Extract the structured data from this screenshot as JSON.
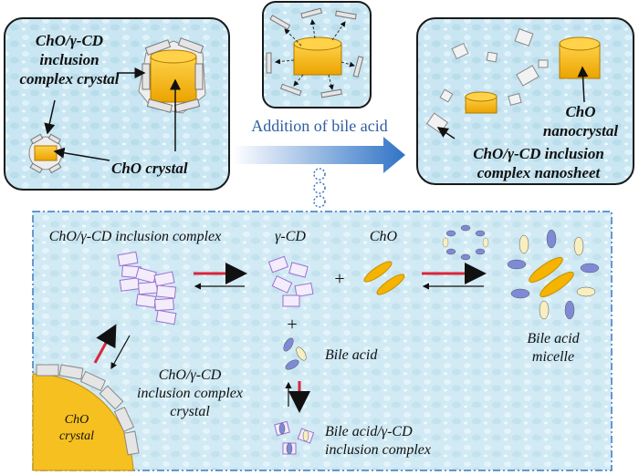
{
  "labels": {
    "panel1_complex_crystal": [
      "ChO/γ-CD",
      "inclusion",
      "complex crystal"
    ],
    "panel1_cho_crystal": "ChO crystal",
    "arrow_text": "Addition of bile acid",
    "panel3_cho_nano": [
      "ChO",
      "nanocrystal"
    ],
    "panel3_nanosheet": [
      "ChO/γ-CD inclusion",
      "complex nanosheet"
    ],
    "detail_complex": "ChO/γ-CD inclusion complex",
    "detail_gcd": "γ-CD",
    "detail_cho": "ChO",
    "detail_plus1": "+",
    "detail_plus2": "+",
    "detail_bile_acid": "Bile acid",
    "detail_micelle": [
      "Bile acid",
      "micelle"
    ],
    "detail_complex_crystal": [
      "ChO/γ-CD",
      "inclusion complex",
      "crystal"
    ],
    "detail_cho_crystal": [
      "ChO",
      "crystal"
    ],
    "detail_bile_gcd": [
      "Bile acid/γ-CD",
      "inclusion complex"
    ]
  },
  "colors": {
    "water_bg": "#cfe8f3",
    "panel_border": "#1a1a1a",
    "cho_gold": "#f5b400",
    "cd_purple": "#9b6fd1",
    "arrow_blue": "#2f73c6",
    "red_arrow": "#d9263a",
    "dash_border": "#3a78c2",
    "bile_blue": "#7f8ad6",
    "bile_cream": "#f7efc0"
  }
}
